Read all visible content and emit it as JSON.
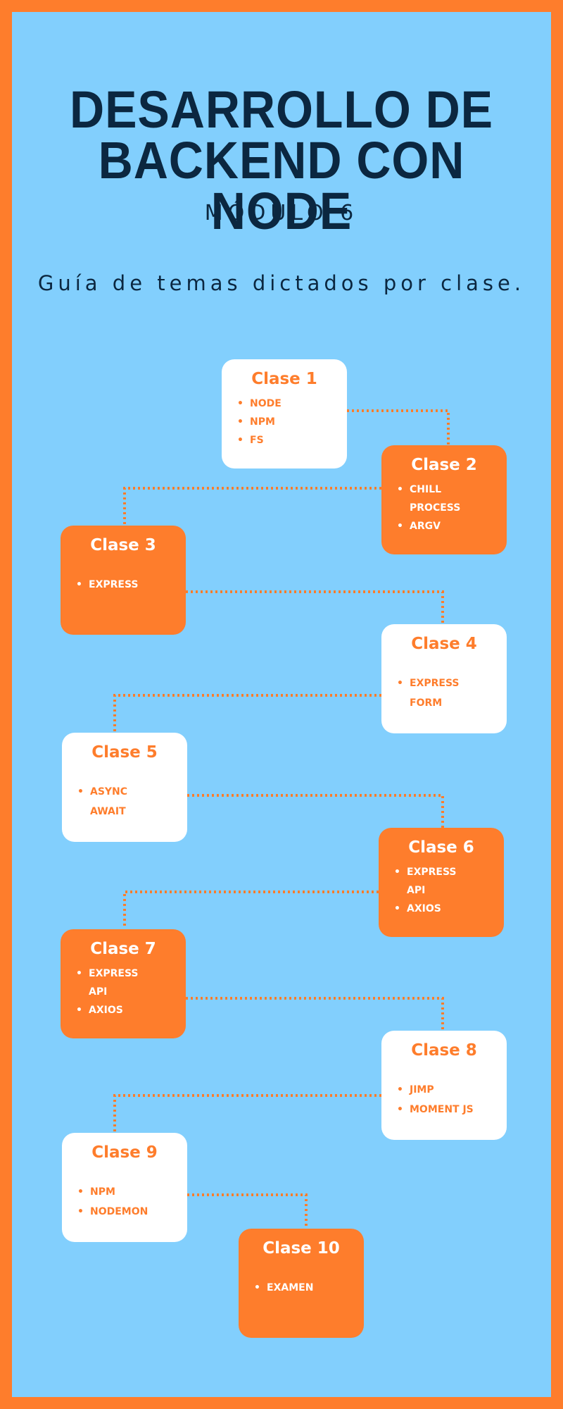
{
  "title_line1": "DESARROLLO DE",
  "title_line2": "BACKEND CON NODE",
  "module": "MÓDULO 6",
  "guide": "Guía de temas dictados por clase.",
  "colors": {
    "background": "#82CFFD",
    "border": "#FE7D2C",
    "accent": "#FE7D2C",
    "title": "#0B2740",
    "card_white": "#FFFFFF"
  },
  "classes": [
    {
      "title": "Clase 1",
      "style": "white",
      "topics": [
        "NODE",
        "NPM",
        "FS"
      ]
    },
    {
      "title": "Clase 2",
      "style": "orange",
      "topics": [
        "CHILL",
        "PROCESS",
        "ARGV"
      ]
    },
    {
      "title": "Clase 3",
      "style": "orange",
      "topics": [
        "EXPRESS"
      ]
    },
    {
      "title": "Clase 4",
      "style": "white",
      "topics": [
        "EXPRESS",
        "FORM"
      ]
    },
    {
      "title": "Clase 5",
      "style": "white",
      "topics": [
        "ASYNC",
        "AWAIT"
      ]
    },
    {
      "title": "Clase 6",
      "style": "orange",
      "topics": [
        "EXPRESS",
        "API",
        "AXIOS"
      ]
    },
    {
      "title": "Clase 7",
      "style": "orange",
      "topics": [
        "EXPRESS",
        "API",
        "AXIOS"
      ]
    },
    {
      "title": "Clase 8",
      "style": "white",
      "topics": [
        "JIMP",
        "MOMENT JS"
      ]
    },
    {
      "title": "Clase 9",
      "style": "white",
      "topics": [
        "NPM",
        "NODEMON"
      ]
    },
    {
      "title": "Clase 10",
      "style": "orange",
      "topics": [
        "EXAMEN"
      ]
    }
  ]
}
